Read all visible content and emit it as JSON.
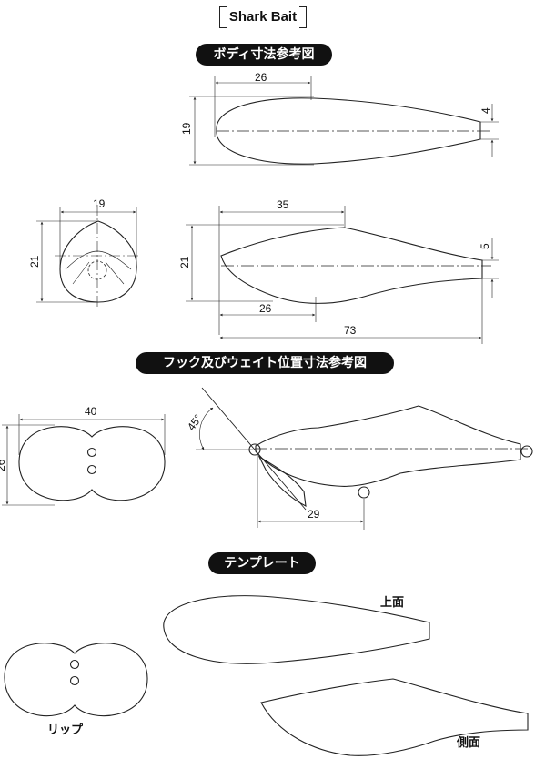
{
  "title": "Shark Bait",
  "sections": {
    "body_dims": "ボディ寸法参考図",
    "hook_weight_dims": "フック及びウェイト位置寸法参考図",
    "template": "テンプレート"
  },
  "dimensions": {
    "top_view_length": "26",
    "top_view_width": "19",
    "top_view_tail": "4",
    "front_width": "19",
    "front_height": "21",
    "side_top_length": "35",
    "side_height": "21",
    "side_tail": "5",
    "side_belly_length": "26",
    "side_total_length": "73",
    "lip_width": "40",
    "lip_height": "26",
    "hook_angle": "45°",
    "weight_position": "29"
  },
  "labels": {
    "top_view": "上面",
    "lip": "リップ",
    "side_view": "側面"
  }
}
